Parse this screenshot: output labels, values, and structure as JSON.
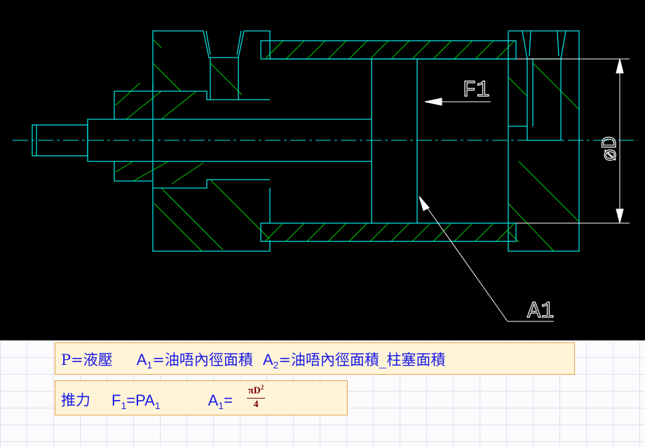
{
  "drawing": {
    "labels": {
      "force": "F1",
      "diameter": "øD",
      "area": "A1"
    },
    "colors": {
      "background": "#000000",
      "outline": "#00e0e0",
      "hatch": "#00d000",
      "annotation": "#ffffff"
    }
  },
  "box1": {
    "p_text": "P=液壓",
    "a1_prefix": "A",
    "a1_sub": "1",
    "a1_text": "=油唔內徑面積",
    "a2_prefix": "A",
    "a2_sub": "2",
    "a2_text": "=油唔內徑面積_柱塞面積"
  },
  "box2": {
    "thrust_label": "推力",
    "f_prefix": "F",
    "f_sub": "1",
    "f_mid": "=PA",
    "f_sub2": "1",
    "a_prefix": "A",
    "a_sub": "1",
    "a_eq": "=",
    "frac_num": "πD",
    "frac_sup": "2",
    "frac_den": "4"
  },
  "colors": {
    "box_fill": "#fff4d8",
    "box_border": "#e9a24a",
    "text": "#1a1ae6",
    "formula": "#7a0000"
  }
}
